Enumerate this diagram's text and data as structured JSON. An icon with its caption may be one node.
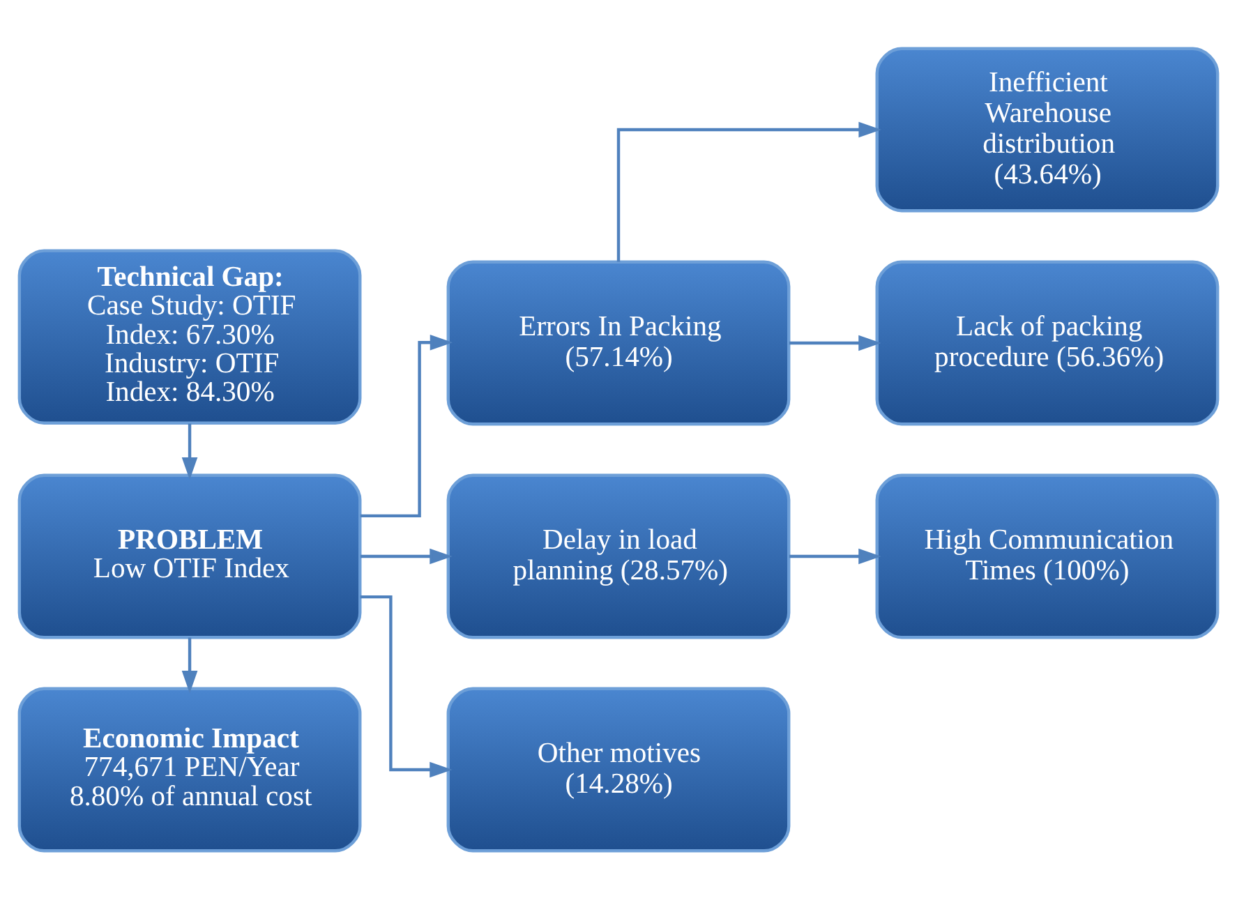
{
  "diagram": {
    "nodes": [
      {
        "text": [
          "Technical Gap:",
          "Case Study: OTIF Index: 67.30%",
          "Industry: OTIF Index: 84.30%"
        ]
      },
      {
        "text": [
          "PROBLEM",
          "Low OTIF Index"
        ]
      },
      {
        "text": [
          "Economic Impact",
          "774,671 PEN/Year 8.80% of annual cost"
        ]
      },
      {
        "text": [
          "Errors In Packing (57.14%)"
        ]
      },
      {
        "text": [
          "Delay in load planning (28.57%)"
        ]
      },
      {
        "text": [
          "Other motives (14.28%)"
        ]
      },
      {
        "text": [
          "Inefficient Warehouse distribution (43.64%)"
        ]
      },
      {
        "text": [
          "Lack of packing procedure (56.36%)"
        ]
      },
      {
        "text": [
          "High Communication Times (100%)"
        ]
      }
    ],
    "edges": [
      {
        "from": 0,
        "to": 1,
        "arrow": "to"
      },
      {
        "from": 1,
        "to": 2,
        "arrow": "to"
      },
      {
        "from": 1,
        "to": 3,
        "arrow": "to"
      },
      {
        "from": 1,
        "to": 4,
        "arrow": "to"
      },
      {
        "from": 1,
        "to": 5,
        "arrow": "to"
      },
      {
        "from": 3,
        "to": 6,
        "arrow": "to"
      },
      {
        "from": 3,
        "to": 7,
        "arrow": "to"
      },
      {
        "from": 4,
        "to": 8,
        "arrow": "to"
      }
    ]
  }
}
